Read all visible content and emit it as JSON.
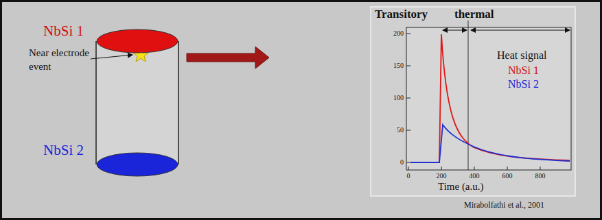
{
  "diagram": {
    "nodes": [
      {
        "text": [
          "NbSi 1"
        ]
      },
      {
        "text": [
          "NbSi 2"
        ]
      },
      {
        "text": [
          "Transitory",
          "thermal",
          "Heat signal",
          "NbSi 1",
          "NbSi 2",
          "Time (a.u.)"
        ]
      }
    ],
    "labels": [
      "Near electrode event",
      "200",
      "150",
      "100",
      "50",
      "0",
      "0",
      "200",
      "400",
      "600",
      "800",
      "Mirabolfathi et al., 2001"
    ]
  }
}
